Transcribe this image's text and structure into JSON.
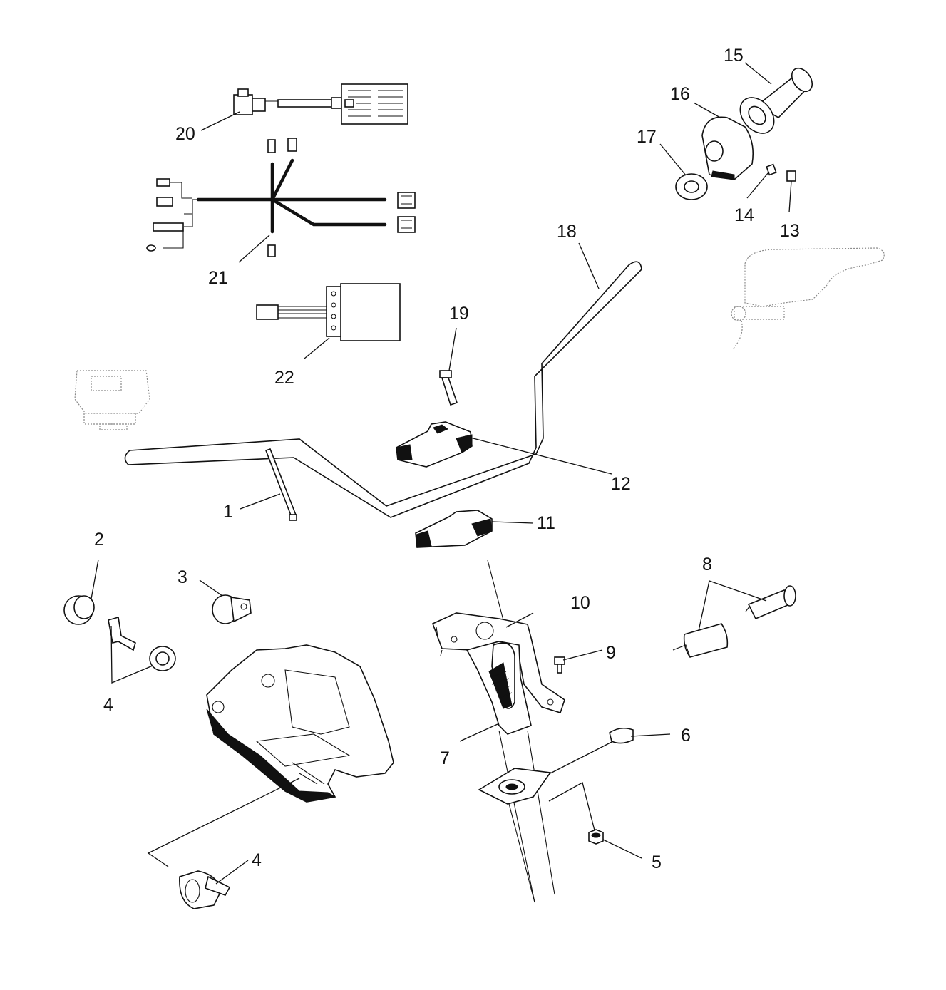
{
  "diagram": {
    "callouts": {
      "c1": "1",
      "c2": "2",
      "c3": "3",
      "c4a": "4",
      "c4b": "4",
      "c5": "5",
      "c6": "6",
      "c7": "7",
      "c8": "8",
      "c9": "9",
      "c10": "10",
      "c11": "11",
      "c12": "12",
      "c13": "13",
      "c14": "14",
      "c15": "15",
      "c16": "16",
      "c17": "17",
      "c18": "18",
      "c19": "19",
      "c20": "20",
      "c21": "21",
      "c22": "22"
    },
    "colors": {
      "ink": "#111111",
      "ghost": "#8a8a8a",
      "background": "#ffffff"
    }
  }
}
